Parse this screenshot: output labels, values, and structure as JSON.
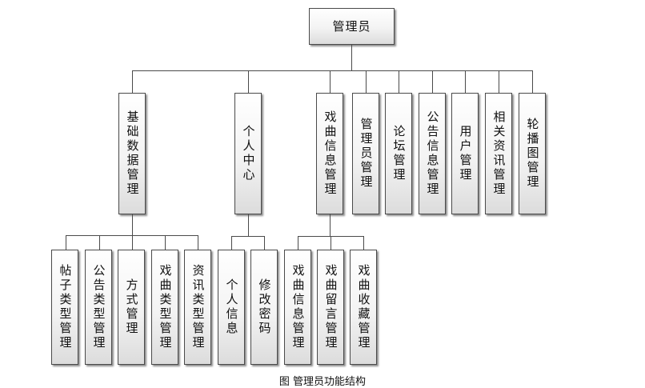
{
  "diagram": {
    "root": "管理员",
    "level1": [
      "基础数据管理",
      "个人中心",
      "戏曲信息管理",
      "管理员管理",
      "论坛管理",
      "公告信息管理",
      "用户管理",
      "相关资讯管理",
      "轮播图管理"
    ],
    "basic_data_children": [
      "帖子类型管理",
      "公告类型管理",
      "方式管理",
      "戏曲类型管理",
      "资讯类型管理"
    ],
    "personal_center_children": [
      "个人信息",
      "修改密码"
    ],
    "opera_info_children": [
      "戏曲信息管理",
      "戏曲留言管理",
      "戏曲收藏管理"
    ]
  },
  "caption": "图 管理员功能结构"
}
